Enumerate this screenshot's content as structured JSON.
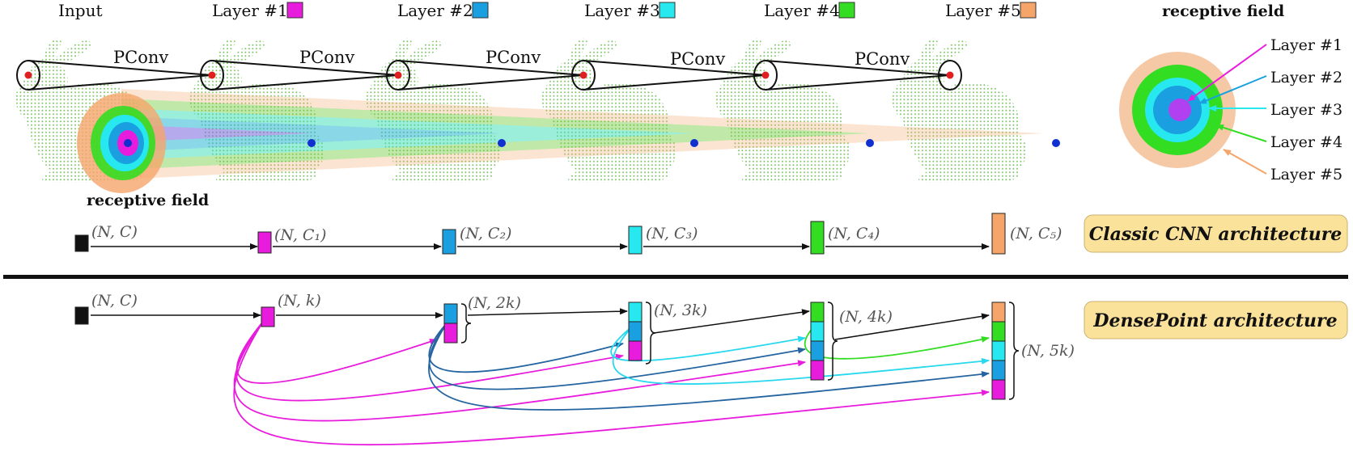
{
  "colors": {
    "input": "#111111",
    "layer1": "#e81cdc",
    "layer2": "#1aa0e0",
    "layer3": "#27e8ee",
    "layer4": "#33dd22",
    "layer5": "#f6a56a",
    "panel_fill": "#fbe29a",
    "center_point": "#1030d0",
    "rf_point": "#e02020",
    "connector_dark": "#2464a0"
  },
  "top": {
    "input_label": "Input",
    "layers": [
      "Layer #1",
      "Layer #2",
      "Layer #3",
      "Layer #4",
      "Layer #5"
    ],
    "pconv_label": "PConv",
    "receptive_field_caption": "receptive field",
    "legend_title": "receptive field",
    "legend_labels": [
      "Layer #1",
      "Layer #2",
      "Layer #3",
      "Layer #4",
      "Layer #5"
    ]
  },
  "classic": {
    "panel_label": "Classic CNN architecture",
    "nodes": [
      "(N, C)",
      "(N, C₁)",
      "(N, C₂)",
      "(N, C₃)",
      "(N, C₄)",
      "(N, C₅)"
    ]
  },
  "dense": {
    "panel_label": "DensePoint architecture",
    "nodes": [
      "(N, C)",
      "(N, k)",
      "(N, 2k)",
      "(N, 3k)",
      "(N, 4k)",
      "(N, 5k)"
    ]
  }
}
